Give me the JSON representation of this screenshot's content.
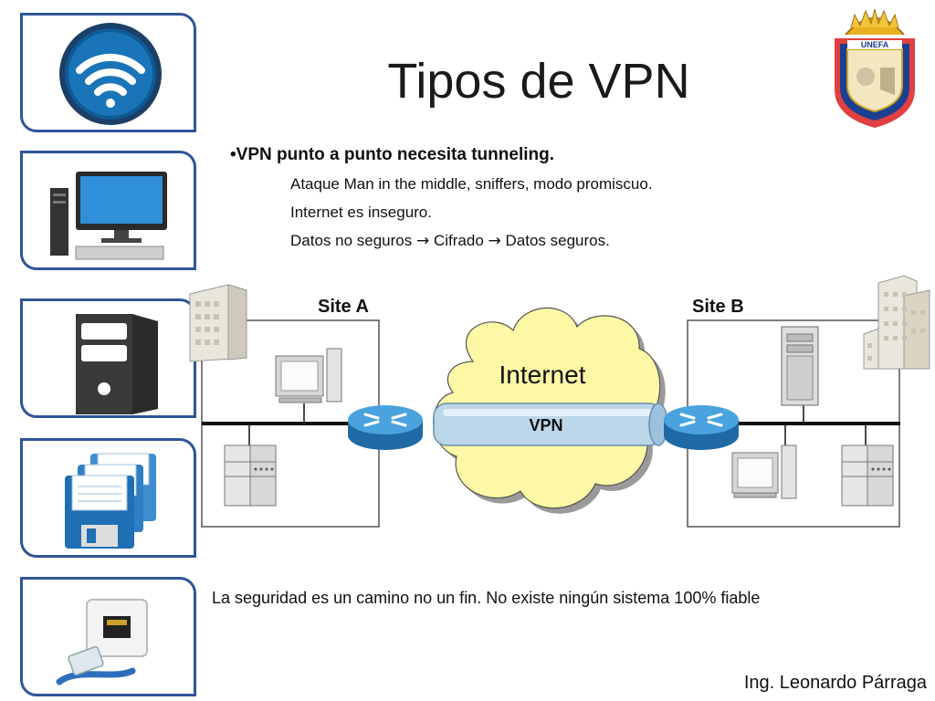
{
  "slide": {
    "title": "Tipos de VPN",
    "bullet": "•VPN punto a punto necesita tunneling.",
    "sub_lines": [
      "Ataque Man in the middle, sniffers, modo promiscuo.",
      "Internet es inseguro."
    ],
    "flow": {
      "step1": "Datos no seguros",
      "step2": "Cifrado",
      "step3": "Datos seguros.",
      "arrow": "→"
    },
    "footer_note": "La seguridad es un camino no un fin. No existe ningún sistema 100% fiable",
    "author": "Ing. Leonardo Párraga"
  },
  "diagram": {
    "site_a": "Site A",
    "site_b": "Site B",
    "cloud_label": "Internet",
    "tunnel_label": "VPN"
  },
  "logo": {
    "text": "UNEFA"
  },
  "icons": [
    "wifi-icon",
    "desktop-computer-icon",
    "server-tower-icon",
    "floppy-disks-icon",
    "ethernet-jack-icon"
  ],
  "colors": {
    "tile_border": "#2f5597",
    "cloud_fill": "#fdf8a6",
    "router_blue": "#2e86c1",
    "tunnel_blue": "#bcd7ea"
  }
}
